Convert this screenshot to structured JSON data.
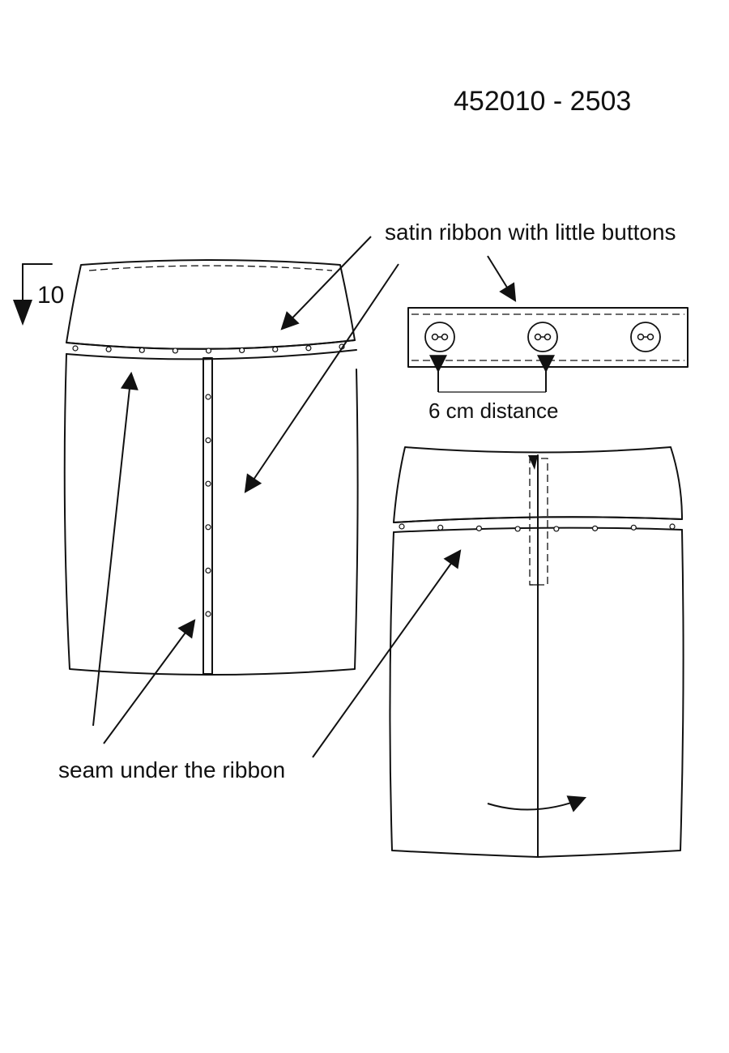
{
  "sheet": {
    "style_code": "452010 - 2503"
  },
  "annotations": {
    "satin_ribbon": "satin ribbon with little buttons",
    "seam_under_ribbon": "seam under the ribbon",
    "button_distance": "6 cm distance",
    "length_marker": "10"
  },
  "views": [
    {
      "id": "front",
      "rivets_on_waistband": 9,
      "rivets_on_center_ribbon": 6
    },
    {
      "id": "back",
      "rivets_on_waistband": 8
    },
    {
      "id": "ribbon_detail",
      "buttons": 3
    }
  ],
  "colors": {
    "line": "#111111",
    "background": "#ffffff"
  }
}
